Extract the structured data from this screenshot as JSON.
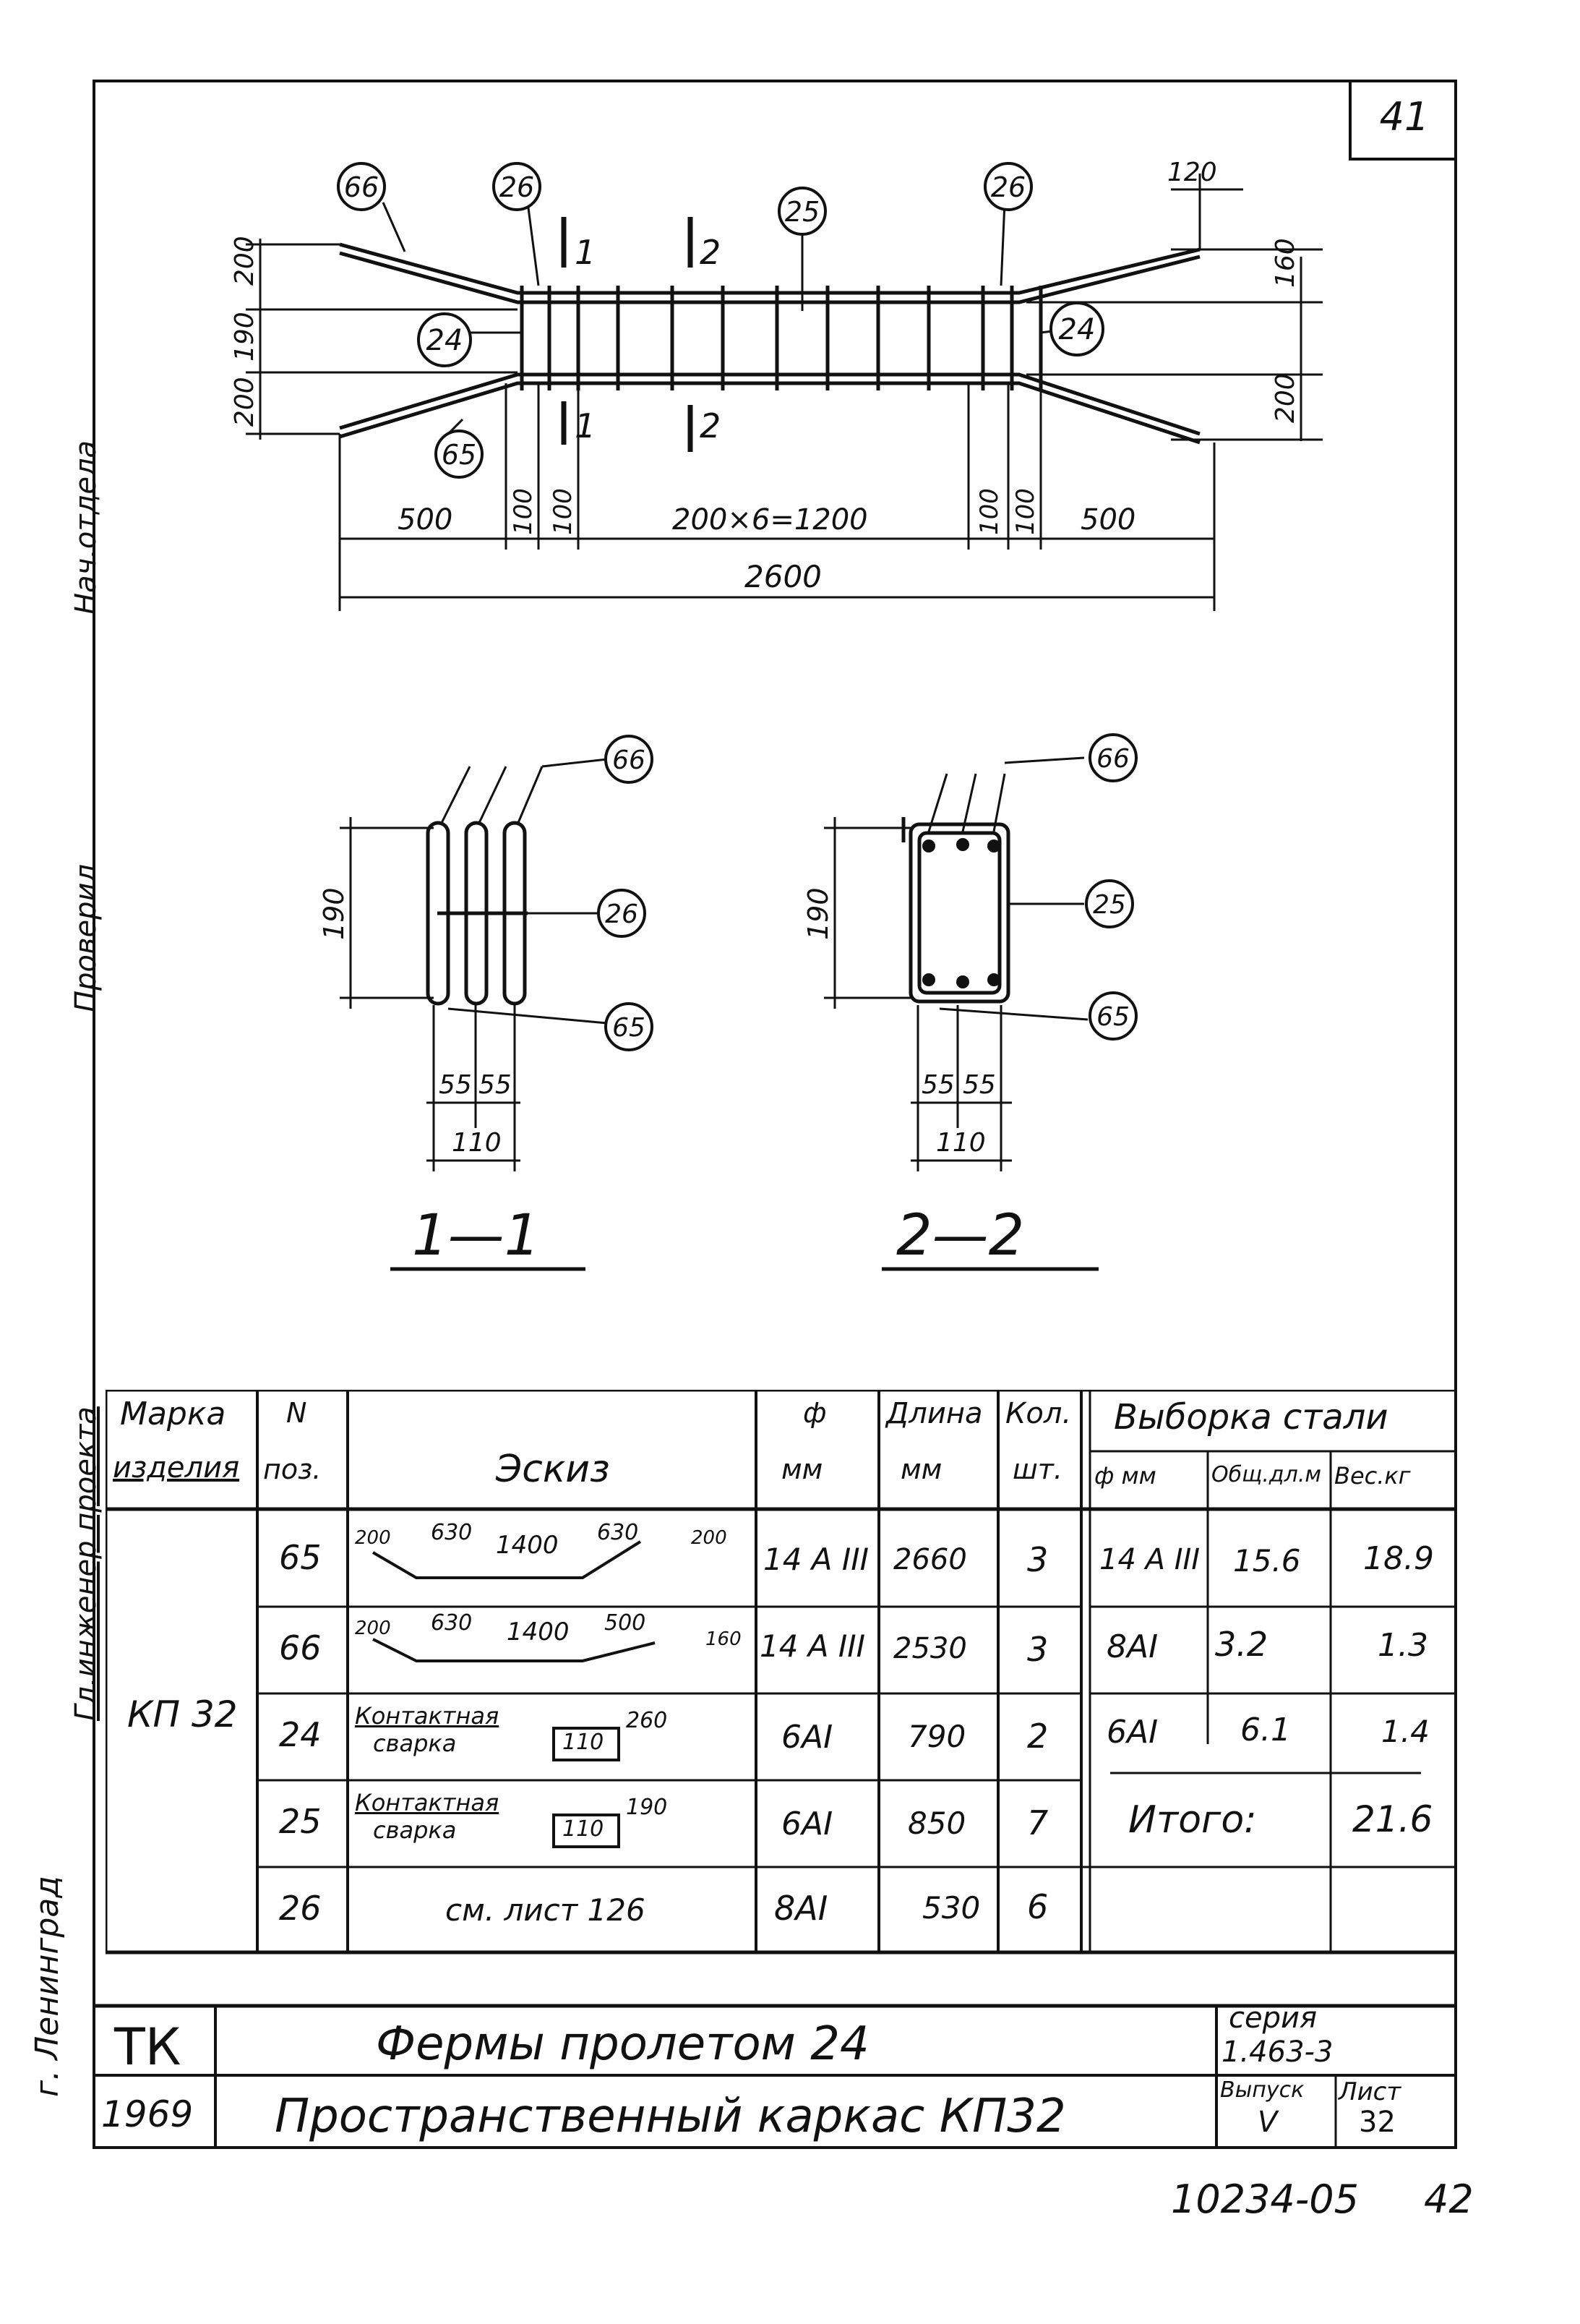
{
  "sheet_corner": "41",
  "page_footer": {
    "code": "10234-05",
    "page": "42"
  },
  "side_text": {
    "city": "г. Ленинград",
    "stamp": "Гл.инженер проекта",
    "checked": "Проверил",
    "dept": "Нач.отдела"
  },
  "plan": {
    "section_marks": [
      "1",
      "1",
      "2",
      "2"
    ],
    "callouts": {
      "c66": "66",
      "c26a": "26",
      "c25": "25",
      "c26b": "26",
      "c24a": "24",
      "c24b": "24",
      "c65": "65"
    },
    "dims_left": [
      "200",
      "190",
      "200"
    ],
    "dims_right": {
      "top": "120",
      "mid": "160",
      "bottom": "200"
    },
    "dims_bottom": [
      "500",
      "100",
      "100",
      "200×6=1200",
      "100",
      "100",
      "500"
    ],
    "total": "2600"
  },
  "section_1": {
    "title": "1—1",
    "callouts": {
      "top": "66",
      "mid": "26",
      "bottom": "65"
    },
    "height": "190",
    "dims": [
      "55",
      "55",
      "110"
    ]
  },
  "section_2": {
    "title": "2—2",
    "callouts": {
      "top": "66",
      "mid": "25",
      "bottom": "65"
    },
    "height": "190",
    "dims": [
      "55",
      "55",
      "110"
    ]
  },
  "table": {
    "headers": {
      "mark_1": "Марка",
      "mark_2": "изделия",
      "pos_1": "N",
      "pos_2": "поз.",
      "sketch": "Эскиз",
      "dia_1": "ф",
      "dia_2": "мм",
      "len_1": "Длина",
      "len_2": "мм",
      "qty_1": "Кол.",
      "qty_2": "шт.",
      "steel": "Выборка стали",
      "steel_dia": "ф мм",
      "steel_len": "Общ.дл.м",
      "steel_wt": "Вес.кг"
    },
    "product": "КП 32",
    "rows": [
      {
        "pos": "65",
        "sketch": [
          "200",
          "630",
          "1400",
          "630",
          "200"
        ],
        "dia": "14 A III",
        "len": "2660",
        "qty": "3"
      },
      {
        "pos": "66",
        "sketch": [
          "200",
          "630",
          "1400",
          "500",
          "160"
        ],
        "dia": "14 A III",
        "len": "2530",
        "qty": "3"
      },
      {
        "pos": "24",
        "sketch": [
          "Контактная",
          "сварка",
          "110",
          "260"
        ],
        "dia": "6AI",
        "len": "790",
        "qty": "2"
      },
      {
        "pos": "25",
        "sketch": [
          "Контактная",
          "сварка",
          "110",
          "190"
        ],
        "dia": "6AI",
        "len": "850",
        "qty": "7"
      },
      {
        "pos": "26",
        "sketch": [
          "см. лист 126"
        ],
        "dia": "8AI",
        "len": "530",
        "qty": "6"
      }
    ],
    "steel": [
      {
        "dia": "14 A III",
        "len": "15.6",
        "wt": "18.9"
      },
      {
        "dia": "8AI",
        "len": "3.2",
        "wt": "1.3"
      },
      {
        "dia": "6AI",
        "len": "6.1",
        "wt": "1.4"
      }
    ],
    "total_label": "Итого:",
    "total_value": "21.6"
  },
  "title_block": {
    "org": "ТК",
    "year": "1969",
    "title_1": "Фермы пролетом 24",
    "title_2": "Пространственный каркас КП32",
    "series_label": "серия",
    "series": "1.463-3",
    "issue_label": "Выпуск",
    "issue": "V",
    "sheet_label": "Лист",
    "sheet": "32"
  }
}
